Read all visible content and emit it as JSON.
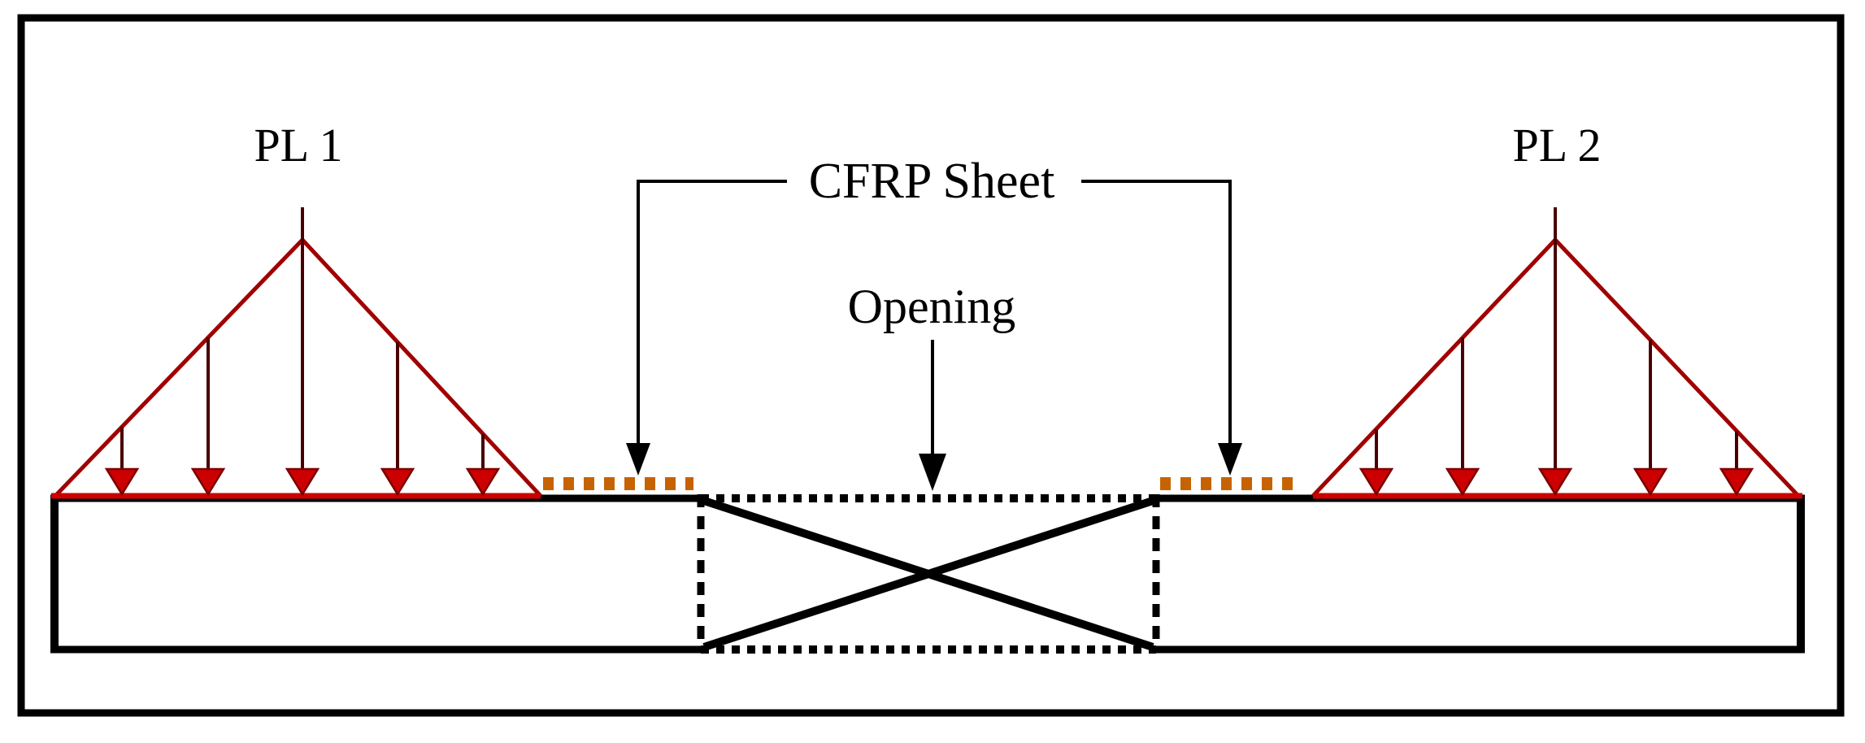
{
  "figure": {
    "labels": {
      "pl1": "PL 1",
      "pl2": "PL 2",
      "cfrp_sheet": "CFRP Sheet",
      "opening": "Opening"
    },
    "colors": {
      "diagram_line": "#000000",
      "load_fill": "#cc0000",
      "load_line": "#a00000",
      "load_baseline": "#cc0000",
      "load_stem": "#4a0000",
      "cfrp": "#c66300",
      "background": "#ffffff"
    },
    "loads": {
      "pl1": {
        "label": "PL 1",
        "shape": "triangular-distributed",
        "arrow_count": 5
      },
      "pl2": {
        "label": "PL 2",
        "shape": "triangular-distributed",
        "arrow_count": 5
      }
    },
    "annotations": {
      "cfrp_sheet": {
        "text": "CFRP Sheet",
        "points_to": [
          "left-cfrp-sheet",
          "right-cfrp-sheet"
        ]
      },
      "opening": {
        "text": "Opening",
        "points_to": [
          "beam-opening"
        ]
      }
    }
  }
}
